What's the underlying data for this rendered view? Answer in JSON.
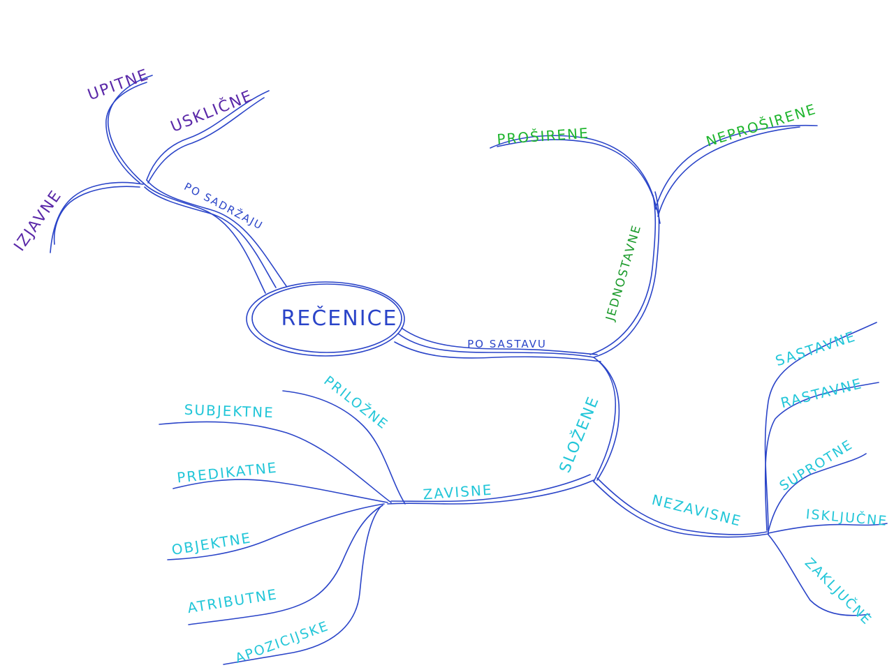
{
  "colors": {
    "paper": "#ffffff",
    "ink": "#2a44c8",
    "purple": "#5a28a8",
    "green": "#1fb52e",
    "cyan": "#22c6d8"
  },
  "center": {
    "label": "REČENICE"
  },
  "branches": {
    "po_sadrzaju": {
      "label": "PO SADRŽAJU",
      "children": [
        "IZJAVNE",
        "UPITNE",
        "USKLIČNE"
      ]
    },
    "po_sastavu": {
      "label": "PO SASTAVU",
      "jednostavne": {
        "label": "JEDNOSTAVNE",
        "children": [
          "PROŠIRENE",
          "NEPROŠIRENE"
        ]
      },
      "slozene": {
        "label": "SLOŽENE",
        "zavisne": {
          "label": "ZAVISNE",
          "children": [
            "PRILOŽNE",
            "SUBJEKTNE",
            "PREDIKATNE",
            "OBJEKTNE",
            "ATRIBUTNE",
            "APOZICIJSKE"
          ]
        },
        "nezavisne": {
          "label": "NEZAVISNE",
          "children": [
            "SASTAVNE",
            "RASTAVNE",
            "SUPROTNE",
            "ISKLJUČNE",
            "ZAKLJUČNE"
          ]
        }
      }
    }
  }
}
